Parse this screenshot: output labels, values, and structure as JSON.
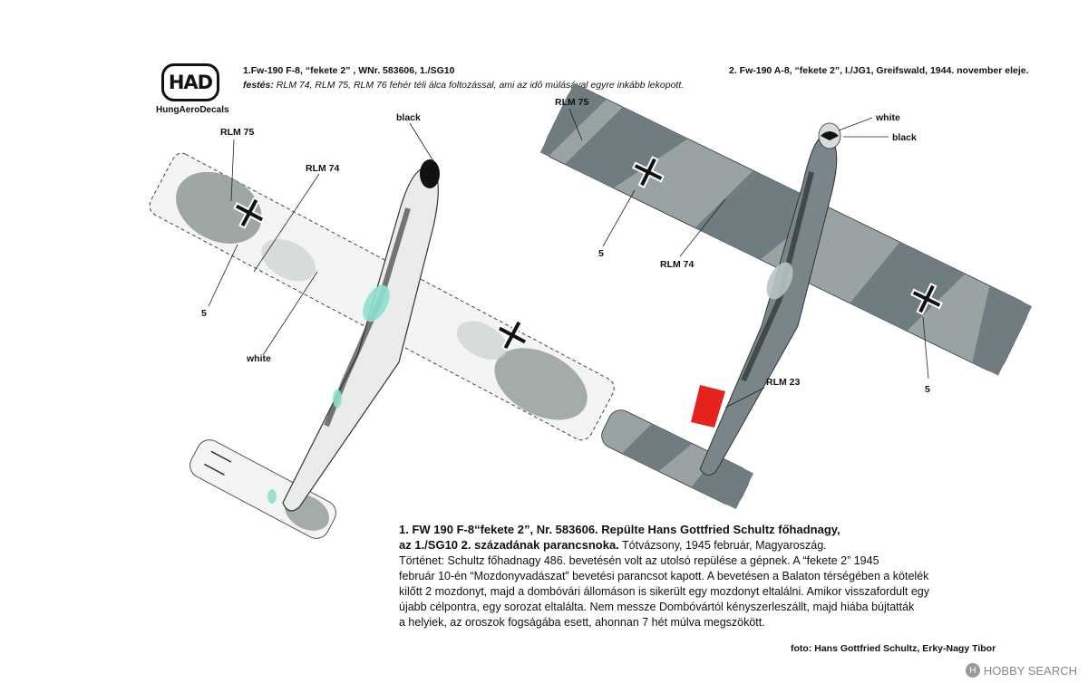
{
  "logo": {
    "mark": "HAD",
    "sub": "HungAeroDecals"
  },
  "plane1": {
    "header": "1.Fw-190 F-8, “fekete 2” , WNr. 583606, 1./SG10",
    "scheme_prefix": "festés:",
    "scheme": " RLM 74, RLM 75, RLM 76 fehér téli álca foltozással, ami az idő múlásával egyre inkább lekopott.",
    "labels": {
      "rlm75": "RLM 75",
      "rlm74": "RLM 74",
      "black": "black",
      "white": "white",
      "five": "5"
    }
  },
  "plane2": {
    "header": "2. Fw-190 A-8, “fekete 2”, I./JG1, Greifswald, 1944. november eleje.",
    "labels": {
      "rlm75": "RLM 75",
      "rlm74": "RLM 74",
      "white": "white",
      "black": "black",
      "rlm23": "RLM 23",
      "five_left": "5",
      "five_right": "5"
    }
  },
  "description": {
    "line1": "1. FW 190 F-8“fekete 2”, Nr. 583606. Repülte Hans Gottfried Schultz  főhadnagy,",
    "line2_bold": " az 1./SG10 2. századának parancsnoka.",
    "line2_rest": " Tótvázsony, 1945 február, Magyaroszág.",
    "line3": "Történet: Schultz főhadnagy 486. bevetésén volt az utolsó repülése a gépnek. A “fekete 2” 1945",
    "line4": "február 10-én  “Mozdonyvadászat” bevetési parancsot kapott. A bevetésen a Balaton térségében a kötelék",
    "line5": "kilőtt 2 mozdonyt, majd a dombóvári állomáson is sikerült egy mozdonyt eltalálni. Amikor visszafordult egy",
    "line6": "újabb célpontra, egy sorozat eltalálta. Nem messze Dombóvártól kényszerleszállt, majd hiába bújtatták",
    "line7": "a helyiek, az oroszok fogságába esett, ahonnan 7 hét múlva megszökött."
  },
  "credit": "foto: Hans Gottfried Schultz,  Erky-Nagy Tibor",
  "watermark": "HOBBY SEARCH",
  "colors": {
    "rlm74": "#6f7c80",
    "rlm75": "#9aa3a3",
    "rlm76": "#c9d2d2",
    "white": "#f5f6f4",
    "red": "#e3231c",
    "teal": "#8fe0cf",
    "accent": "#e06a10"
  }
}
